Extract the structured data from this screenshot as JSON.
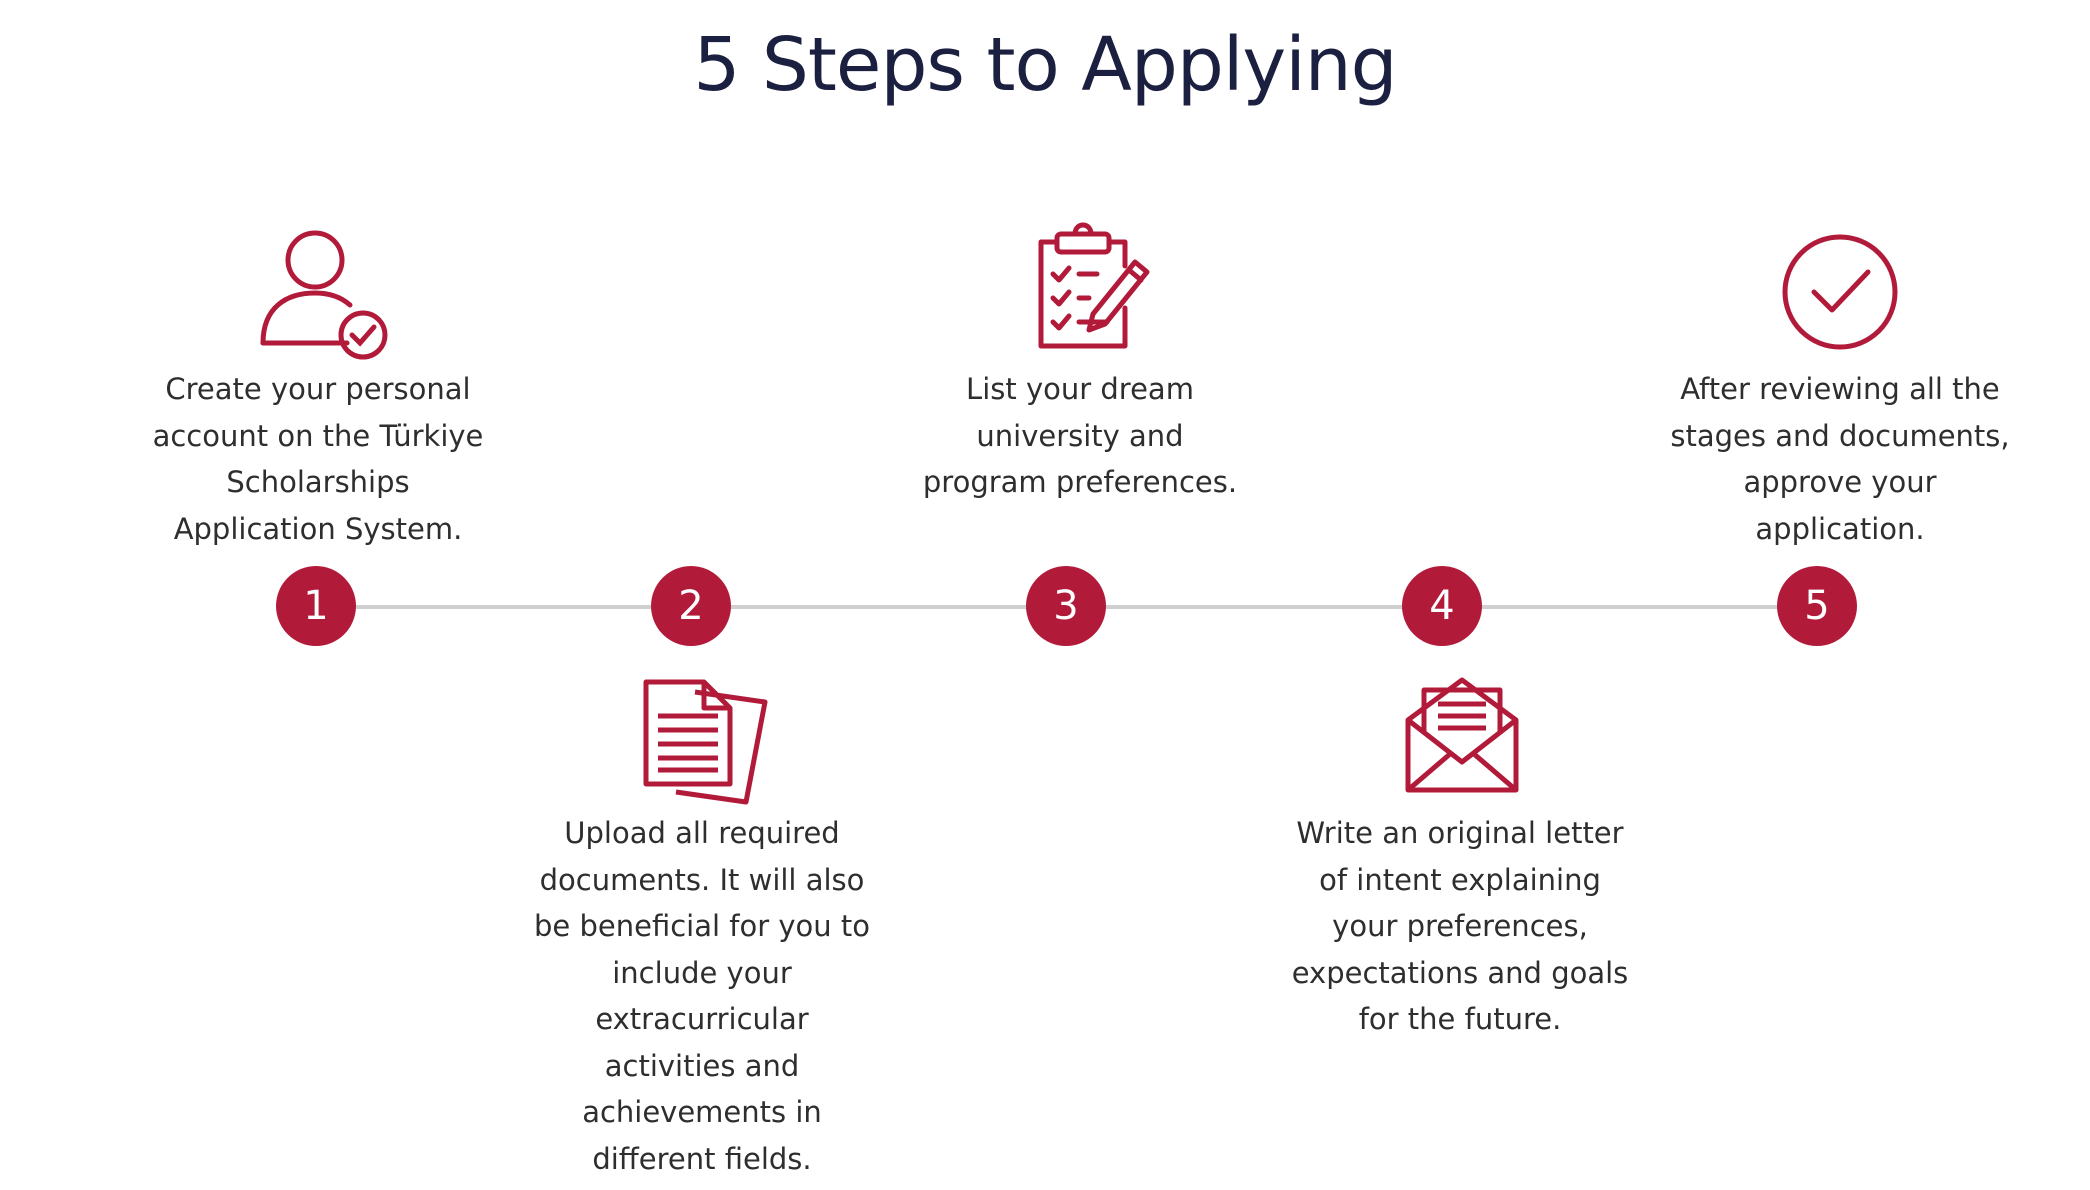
{
  "title": "5 Steps to Applying",
  "colors": {
    "accent": "#b21a3a",
    "text": "#2e2e2e",
    "title": "#1b2040",
    "line": "#cfcfcf"
  },
  "steps": [
    {
      "number": "1",
      "icon": "user-check-icon",
      "text": "Create your personal account on the Türkiye Scholarships Application System."
    },
    {
      "number": "2",
      "icon": "documents-icon",
      "text": "Upload all required documents. It will also be beneficial for you to include your extracurricular activities and achievements in different fields."
    },
    {
      "number": "3",
      "icon": "clipboard-checklist-icon",
      "text": "List your dream university and program preferences."
    },
    {
      "number": "4",
      "icon": "envelope-letter-icon",
      "text": "Write an original letter of intent explaining your preferences, expectations and goals for the future."
    },
    {
      "number": "5",
      "icon": "check-circle-icon",
      "text": "After reviewing all the stages and documents, approve your application."
    }
  ]
}
